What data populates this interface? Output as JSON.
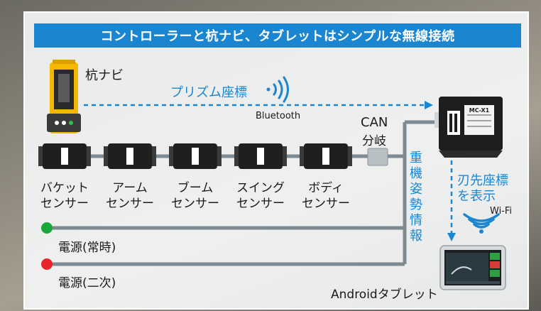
{
  "banner": "コントローラーと杭ナビ、タブレットはシンプルな無線接続",
  "device_label": "杭ナビ",
  "prism_label": "プリズム座標",
  "bluetooth_label": "Bluetooth",
  "can_label": "CAN",
  "branch_label": "分岐",
  "controller_label": "MC-X1",
  "sensors": [
    {
      "line1": "バケット",
      "line2": "センサー"
    },
    {
      "line1": "アーム",
      "line2": "センサー"
    },
    {
      "line1": "ブーム",
      "line2": "センサー"
    },
    {
      "line1": "スイング",
      "line2": "センサー"
    },
    {
      "line1": "ボディ",
      "line2": "センサー"
    }
  ],
  "vertical_label": [
    "重",
    "機",
    "姿",
    "勢",
    "情",
    "報"
  ],
  "blade_label_1": "刃先座標",
  "blade_label_2": "を表示",
  "wifi_label": "Wi-Fi",
  "power_constant": "電源(常時)",
  "power_secondary": "電源(二次)",
  "tablet_label": "Androidタブレット",
  "colors": {
    "accent": "#1a86d2",
    "green": "#1aa83a",
    "red": "#e8232b",
    "device_yellow": "#f5b800"
  }
}
